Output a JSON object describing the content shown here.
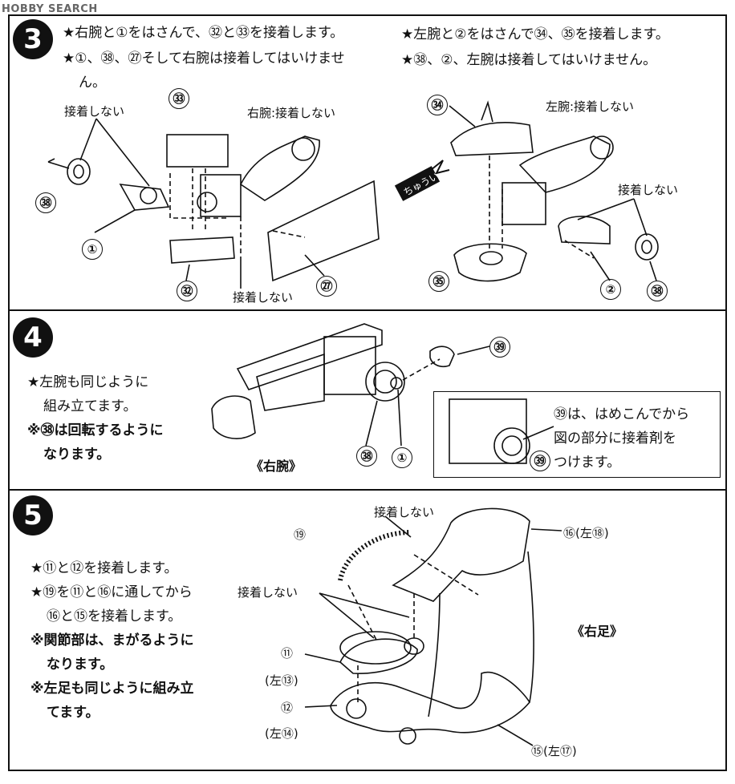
{
  "watermark": "HOBBY SEARCH",
  "step3": {
    "number": "3",
    "right_text": [
      "★右腕と①をはさんで、㉜と㉝を接着します。",
      "★①、㊳、㉗そして右腕は接着してはいけませ",
      "ん。"
    ],
    "left_text": [
      "★左腕と②をはさんで㉞、㉟を接着します。",
      "★㊳、②、左腕は接着してはいけません。"
    ],
    "labels": {
      "no_glue_1": "接着しない",
      "right_arm_no_glue": "右腕:接着しない",
      "no_glue_2": "接着しない",
      "left_arm_no_glue": "左腕:接着しない",
      "no_glue_3": "接着しない",
      "caution": "ちゅうい"
    },
    "parts": [
      "㉝",
      "㊳",
      "①",
      "㉜",
      "㉗",
      "㉞",
      "㉟",
      "②",
      "㊳"
    ]
  },
  "step4": {
    "number": "4",
    "text": [
      "★左腕も同じように",
      "組み立てます。",
      "※㊳は回転するように",
      "なります。"
    ],
    "caption_right_arm": "《右腕》",
    "note": [
      "㊴は、はめこんでから",
      "図の部分に接着剤を",
      "つけます。"
    ],
    "parts": [
      "㊴",
      "㊳",
      "①",
      "㊴"
    ]
  },
  "step5": {
    "number": "5",
    "text": [
      "★⑪と⑫を接着します。",
      "★⑲を⑪と⑯に通してから",
      "⑯と⑮を接着します。",
      "※関節部は、まがるように",
      "なります。",
      "※左足も同じように組み立",
      "てます。"
    ],
    "labels": {
      "no_glue_top": "接着しない",
      "no_glue_left": "接着しない",
      "caption_right_leg": "《右足》",
      "p16": "⑯(左⑱)",
      "p11": "⑪",
      "p11_alt": "(左⑬)",
      "p12": "⑫",
      "p12_alt": "(左⑭)",
      "p15": "⑮(左⑰)",
      "p19": "⑲"
    }
  }
}
